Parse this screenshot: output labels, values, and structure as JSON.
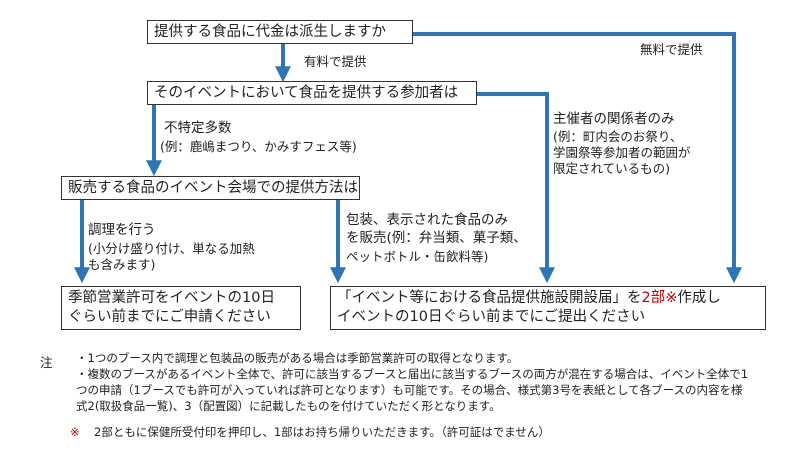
{
  "boxes": {
    "q1": "提供する食品に代金は派生しますか",
    "q2": "そのイベントにおいて食品を提供する参加者は",
    "q3": "販売する食品のイベント会場での提供方法は",
    "result1_line1": "季節営業許可をイベントの10日",
    "result1_line2": "ぐらい前までにご申請ください",
    "result2_line1_a": "「イベント等における食品提供施設開設届」を",
    "result2_line1_red": "2部※",
    "result2_line1_b": "作成し",
    "result2_line2": "イベントの10日ぐらい前までにご提出ください"
  },
  "labels": {
    "paid": "有料で提供",
    "free": "無料で提供",
    "unspecified": "不特定多数",
    "unspecified_example": "(例：鹿嶋まつり、かみすフェス等)",
    "organizers_only": "主催者の関係者のみ",
    "organizers_example1": "(例：町内会のお祭り、",
    "organizers_example2": "学園祭等参加者の範囲が",
    "organizers_example3": "限定されているもの)",
    "cooking": "調理を行う",
    "cooking_note1": "(小分け盛り付け、単なる加熱",
    "cooking_note2": "も含みます)",
    "packaged1": "包装、表示された食品のみ",
    "packaged2": "を販売(例：弁当類、菓子類、",
    "packaged3": "ペットボトル・缶飲料等)"
  },
  "notes": {
    "heading": "注",
    "line1": "・1つのブース内で調理と包装品の販売がある場合は季節営業許可の取得となります。",
    "line2": "・複数のブースがあるイベント全体で、許可に該当するブースと届出に該当するブースの両方が混在する場合は、イベント全体で1",
    "line3": "つの申請（1ブースでも許可が入っていれば許可となります）も可能です。その場合、様式第3号を表紙として各ブースの内容を様",
    "line4": "式2(取扱食品一覧)、3（配置図）に記載したものを付けていただく形となります。",
    "footnote_mark": "※",
    "footnote": "2部ともに保健所受付印を押印し、1部はお持ち帰りいただきます。（許可証はでません）"
  },
  "colors": {
    "arrow": "#2e75b6",
    "border": "#333333",
    "accent_red": "#c00000"
  }
}
